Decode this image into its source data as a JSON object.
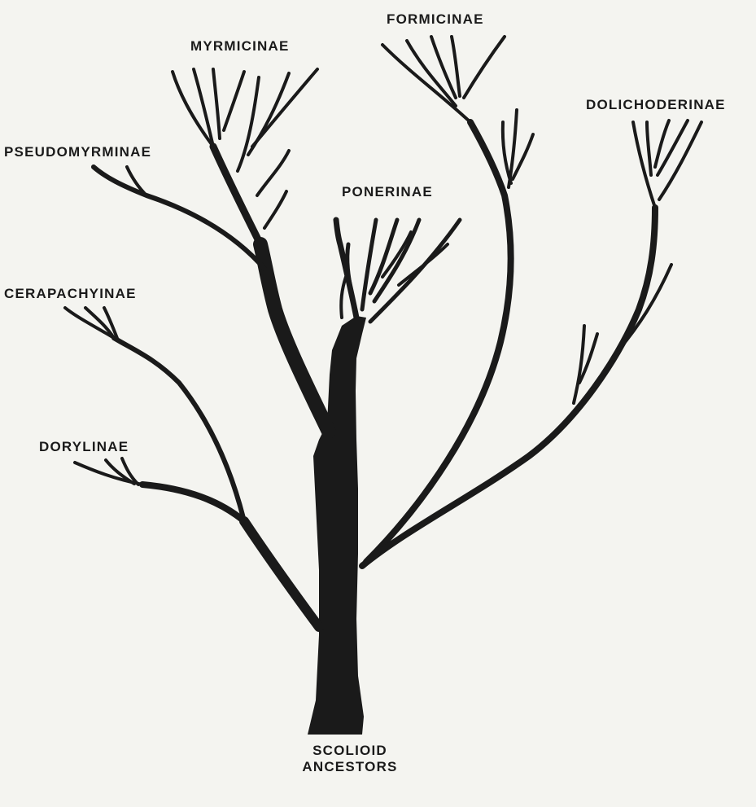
{
  "colors": {
    "background": "#f4f4f0",
    "ink": "#1a1a1a"
  },
  "labels": {
    "myrmicinae": "MYRMICINAE",
    "formicinae": "FORMICINAE",
    "dolichoderinae": "DOLICHODERINAE",
    "pseudomyrminae": "PSEUDOMYRMINAE",
    "ponerinae": "PONERINAE",
    "cerapachyinae": "CERAPACHYINAE",
    "dorylinae": "DORYLINAE"
  },
  "root": {
    "line1": "SCOLIOID",
    "line2": "ANCESTORS"
  }
}
